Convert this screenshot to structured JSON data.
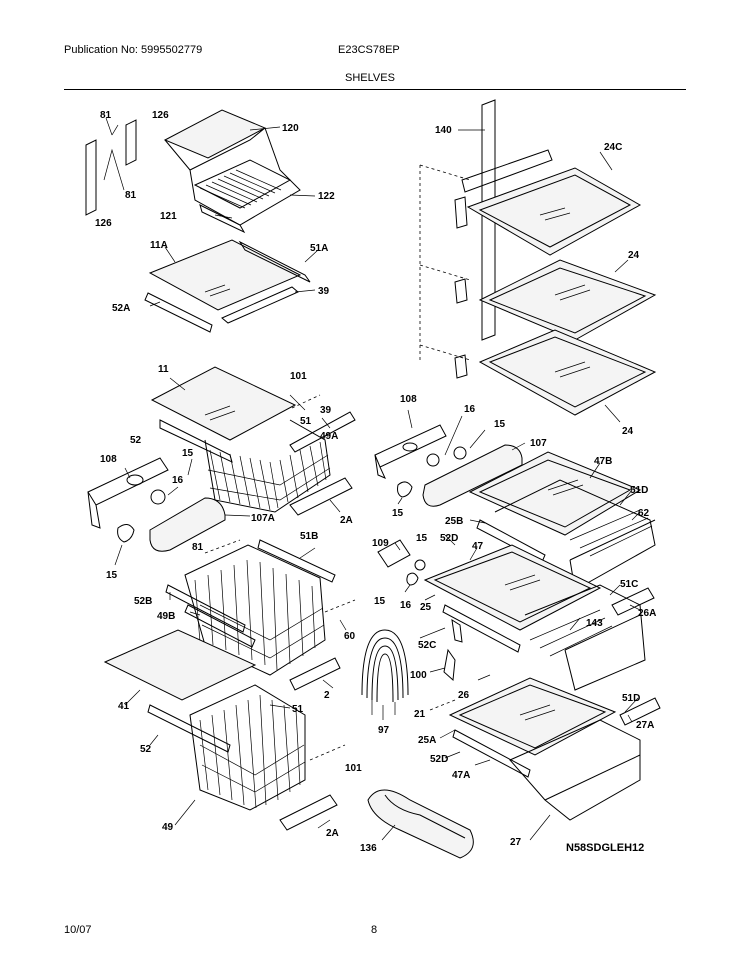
{
  "header": {
    "publication": "Publication No: 5995502779",
    "model": "E23CS78EP",
    "section": "SHELVES"
  },
  "footer": {
    "date": "10/07",
    "page": "8"
  },
  "diagram": {
    "code": "N58SDGLEH12",
    "labels": {
      "l81a": "81",
      "l126a": "126",
      "l120": "120",
      "l81b": "81",
      "l126b": "126",
      "l122": "122",
      "l121": "121",
      "l11A": "11A",
      "l51A": "51A",
      "l39a": "39",
      "l52A": "52A",
      "l140": "140",
      "l24C": "24C",
      "l24a": "24",
      "l24b": "24",
      "l11": "11",
      "l101a": "101",
      "l51a": "51",
      "l39b": "39",
      "l49A": "49A",
      "l52a": "52",
      "l108a": "108",
      "l15a": "15",
      "l16a": "16",
      "l107A": "107A",
      "l2Aa": "2A",
      "l15b": "15",
      "l108b": "108",
      "l16b": "16",
      "l15c": "15",
      "l107": "107",
      "l47B": "47B",
      "l51D": "51D",
      "l62": "62",
      "l25B": "25B",
      "l15d": "15",
      "l52D": "52D",
      "l47": "47",
      "l109": "109",
      "l81c": "81",
      "l51B": "51B",
      "l52B": "52B",
      "l49B": "49B",
      "l60": "60",
      "l15e": "15",
      "l15f": "15",
      "l16c": "16",
      "l25": "25",
      "l51C": "51C",
      "l26A": "26A",
      "l52C": "52C",
      "l143": "143",
      "l100": "100",
      "l26": "26",
      "l41": "41",
      "l2": "2",
      "l51b": "51",
      "l52b": "52",
      "l97": "97",
      "l21": "21",
      "l25A": "25A",
      "l52Db": "52D",
      "l47A": "47A",
      "l51Db": "51D",
      "l27A": "27A",
      "l101b": "101",
      "l49": "49",
      "l2Ab": "2A",
      "l136": "136",
      "l27": "27"
    }
  }
}
